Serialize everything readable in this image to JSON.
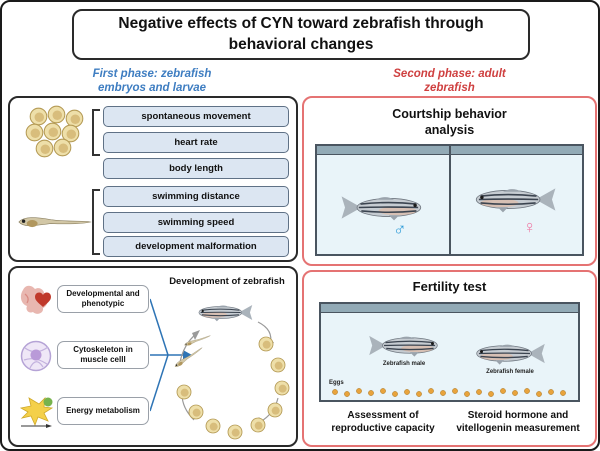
{
  "title": "Negative effects of CYN toward zebrafish through behavioral changes",
  "colors": {
    "phase1_accent": "#3e7dc1",
    "phase2_accent": "#cf4040",
    "panel_red_border": "#e57373",
    "label_box_fill": "#dce6f2",
    "male_symbol_color": "#2d9bd8",
    "female_symbol_color": "#ee7fa9",
    "connector_blue": "#2e74b5",
    "egg_color": "#e8a33c"
  },
  "phase1": {
    "heading": "First phase: zebrafish embryos and larvae",
    "embryo_endpoints": [
      "spontaneous movement",
      "heart rate",
      "body length"
    ],
    "larva_endpoints": [
      "swimming distance",
      "swimming speed",
      "development malformation"
    ],
    "mechanisms": [
      {
        "label": "Developmental and phenotypic"
      },
      {
        "label": "Cytoskeleton in muscle celll"
      },
      {
        "label": "Energy metabolism"
      }
    ],
    "lifecycle_title": "Development of zebrafish"
  },
  "phase2": {
    "heading": "Second phase: adult zebrafish",
    "courtship": {
      "title": "Courtship behavior analysis",
      "male_symbol": "♂",
      "female_symbol": "♀"
    },
    "fertility": {
      "title": "Fertility test",
      "male_fish_label": "Zebrafish male",
      "female_fish_label": "Zebrafish female",
      "eggs_label": "Eggs",
      "outcomes": [
        "Assessment of reproductive capacity",
        "Steroid hormone and vitellogenin measurement"
      ]
    }
  }
}
